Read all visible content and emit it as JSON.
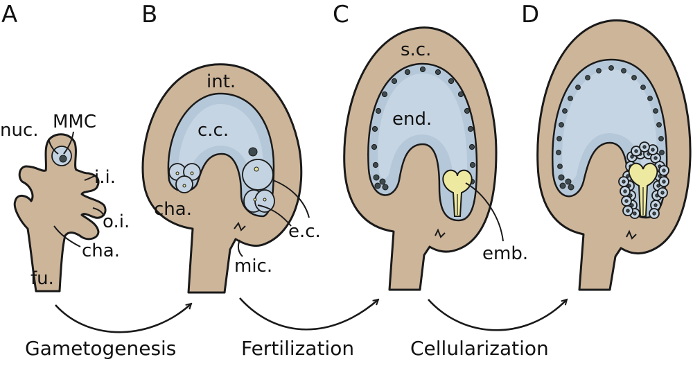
{
  "panels": {
    "a": {
      "letter": "A",
      "labels": {
        "nuc": "nuc.",
        "mmc": "MMC",
        "ii": "i.i.",
        "oi": "o.i.",
        "cha": "cha.",
        "fu": "fu."
      }
    },
    "b": {
      "letter": "B",
      "labels": {
        "int": "int.",
        "cc": "c.c.",
        "cha": "cha.",
        "ec": "e.c.",
        "mic": "mic."
      }
    },
    "c": {
      "letter": "C",
      "labels": {
        "sc": "s.c.",
        "end": "end.",
        "emb": "emb."
      }
    },
    "d": {
      "letter": "D"
    }
  },
  "stages": {
    "gametogenesis": "Gametogenesis",
    "fertilization": "Fertilization",
    "cellularization": "Cellularization"
  },
  "colors": {
    "tissue": "#cdb59a",
    "sac": "#b5c8d9",
    "embryo": "#eee9a0",
    "nucleus": "#3e4a4e"
  }
}
